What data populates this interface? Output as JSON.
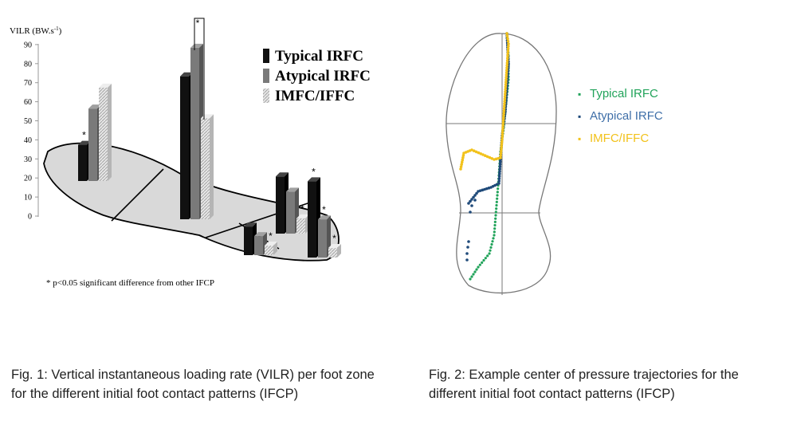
{
  "fig1": {
    "ylabel": "VILR (BW.s",
    "ylabel_sup": "-1",
    "ylabel_end": ")",
    "legend": [
      {
        "label": "Typical IRFC",
        "color": "#111111",
        "pattern": "solid"
      },
      {
        "label": "Atypical IRFC",
        "color": "#7a7a7a",
        "pattern": "solid"
      },
      {
        "label": "IMFC/IFFC",
        "color": "#cfcfcf",
        "pattern": "hatch"
      }
    ],
    "footnote": "* p<0.05 significant difference from other IFCP",
    "sig_mark": "*",
    "colors": {
      "typical": "#111111",
      "atypical": "#7a7a7a",
      "imfc": "#d4d4d4",
      "foot": "#d9d9d9"
    }
  },
  "chart_data": {
    "type": "bar",
    "ylabel": "VILR (BW.s-1)",
    "ylim": [
      0,
      90
    ],
    "yticks": [
      0,
      10,
      20,
      30,
      40,
      50,
      60,
      70,
      80,
      90
    ],
    "series": [
      {
        "name": "Typical IRFC",
        "values": [
          19,
          75,
          15,
          30,
          40
        ]
      },
      {
        "name": "Atypical IRFC",
        "values": [
          38,
          90,
          10,
          22,
          20
        ]
      },
      {
        "name": "IMFC/IFFC",
        "values": [
          49,
          53,
          5,
          8,
          5
        ]
      }
    ],
    "significance": [
      [
        true,
        false,
        false
      ],
      [
        false,
        false,
        false
      ],
      [
        false,
        false,
        true
      ],
      [
        false,
        false,
        true
      ],
      [
        true,
        true,
        true
      ]
    ],
    "bracket_mark": "*"
  },
  "fig2": {
    "legend": [
      {
        "label": "Typical IRFC",
        "color": "#21a35a"
      },
      {
        "label": "Atypical IRFC",
        "color": "#1f4a7a"
      },
      {
        "label": "IMFC/IFFC",
        "color": "#f2c21b"
      }
    ],
    "bullet": "▪"
  },
  "captions": {
    "fig1_line1": "Fig. 1: Vertical instantaneous loading rate (VILR) per foot zone",
    "fig1_line2": "for the different initial foot contact patterns (IFCP)",
    "fig2_line1": "Fig. 2: Example center of pressure trajectories for the",
    "fig2_line2": "different initial foot contact patterns (IFCP)"
  }
}
